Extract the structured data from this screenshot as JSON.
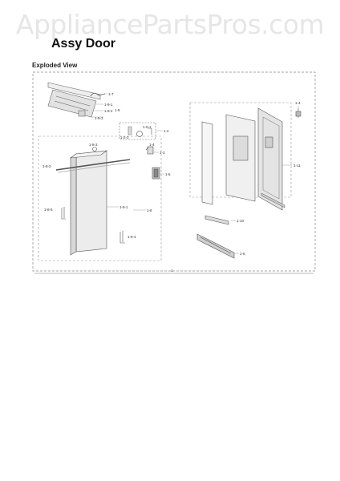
{
  "watermark": "AppliancePartsPros.com",
  "title": "Assy Door",
  "subtitle": "Exploded View",
  "callouts": {
    "c1_7": "1-7",
    "c1_9_1": "1-9-1",
    "c1_9_2": "1-9-2",
    "c1_9_3": "1-9-3",
    "c1_9": "1-9",
    "c1_0_1": "1-0-1",
    "c1_2_3": "1-2-3",
    "c1_2": "1-2",
    "c1_4": "1-4",
    "c1_3": "1-3",
    "c1_5": "1-5",
    "c1_8_3": "1-8-3",
    "c1_8_2": "1-8-2",
    "c1_8_1": "1-8-1",
    "c1_8": "1-8",
    "c1_8_5": "1-8-5",
    "c1_8_4": "1-8-4",
    "c1_11": "1-11",
    "c1_10": "1-10",
    "c1_6": "1-6",
    "c1_1": "1-1",
    "c1": "1"
  }
}
